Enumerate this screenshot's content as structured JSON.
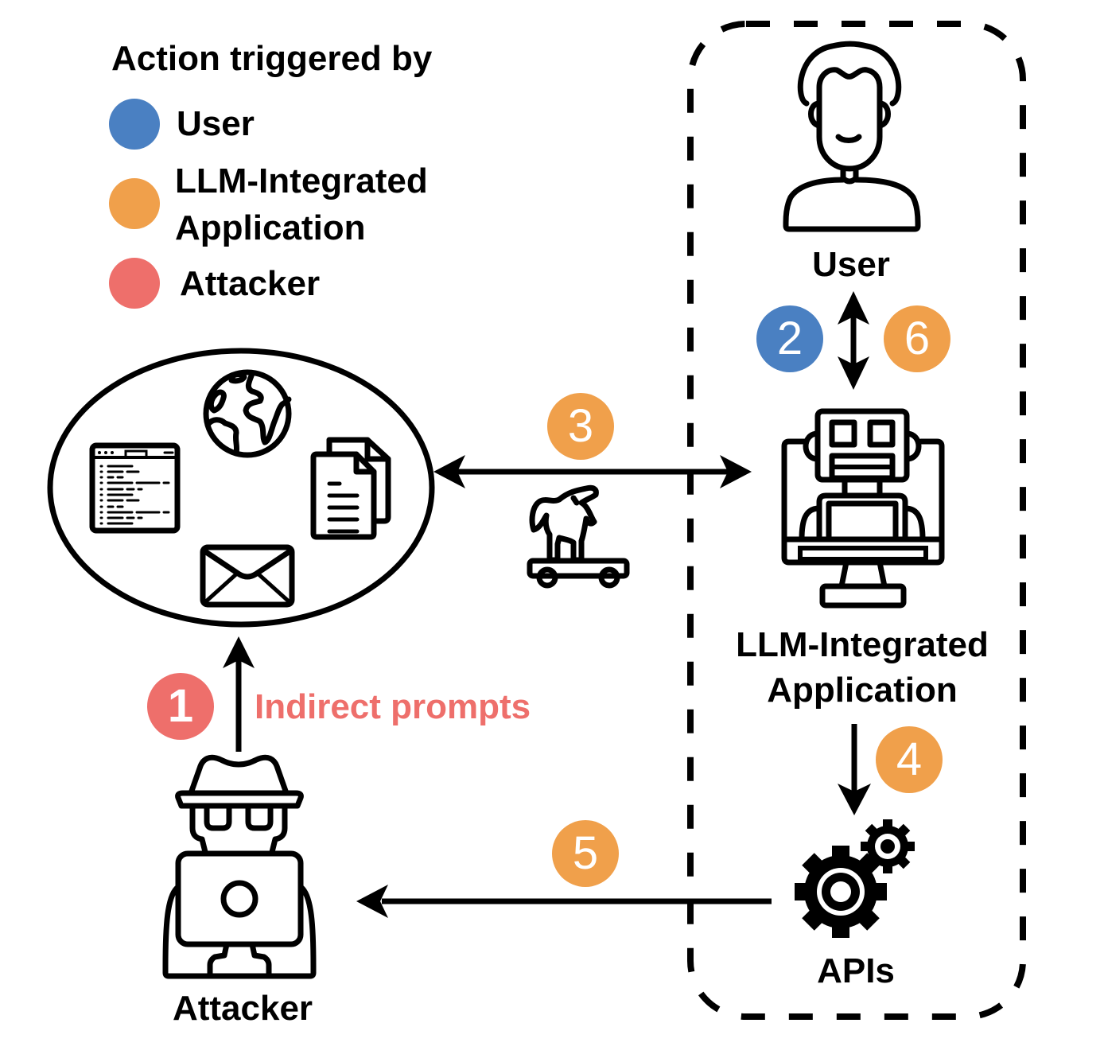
{
  "legend": {
    "title": "Action triggered by",
    "items": [
      {
        "label": "User",
        "color": "#4a80c2"
      },
      {
        "label_line1": "LLM-Integrated",
        "label_line2": "Application",
        "color": "#f0a04b"
      },
      {
        "label": "Attacker",
        "color": "#ee6f6b"
      }
    ]
  },
  "nodes": {
    "user": {
      "label": "User",
      "icon": "user-icon"
    },
    "llm_app": {
      "label_line1": "LLM-Integrated",
      "label_line2": "Application",
      "icon": "robot-monitor-icon"
    },
    "apis": {
      "label": "APIs",
      "icon": "gears-icon"
    },
    "attacker": {
      "label": "Attacker",
      "icon": "hacker-laptop-icon"
    },
    "data_sources": {
      "icons": [
        "code-window-icon",
        "globe-icon",
        "documents-icon",
        "envelope-icon"
      ]
    }
  },
  "steps": [
    {
      "number": "1",
      "actor": "attacker",
      "color": "#ee6f6b",
      "label": "Indirect prompts"
    },
    {
      "number": "2",
      "actor": "user",
      "color": "#4a80c2"
    },
    {
      "number": "3",
      "actor": "llm_app",
      "color": "#f0a04b"
    },
    {
      "number": "4",
      "actor": "llm_app",
      "color": "#f0a04b"
    },
    {
      "number": "5",
      "actor": "llm_app",
      "color": "#f0a04b"
    },
    {
      "number": "6",
      "actor": "llm_app",
      "color": "#f0a04b"
    }
  ],
  "step3_icon": "trojan-horse-icon"
}
